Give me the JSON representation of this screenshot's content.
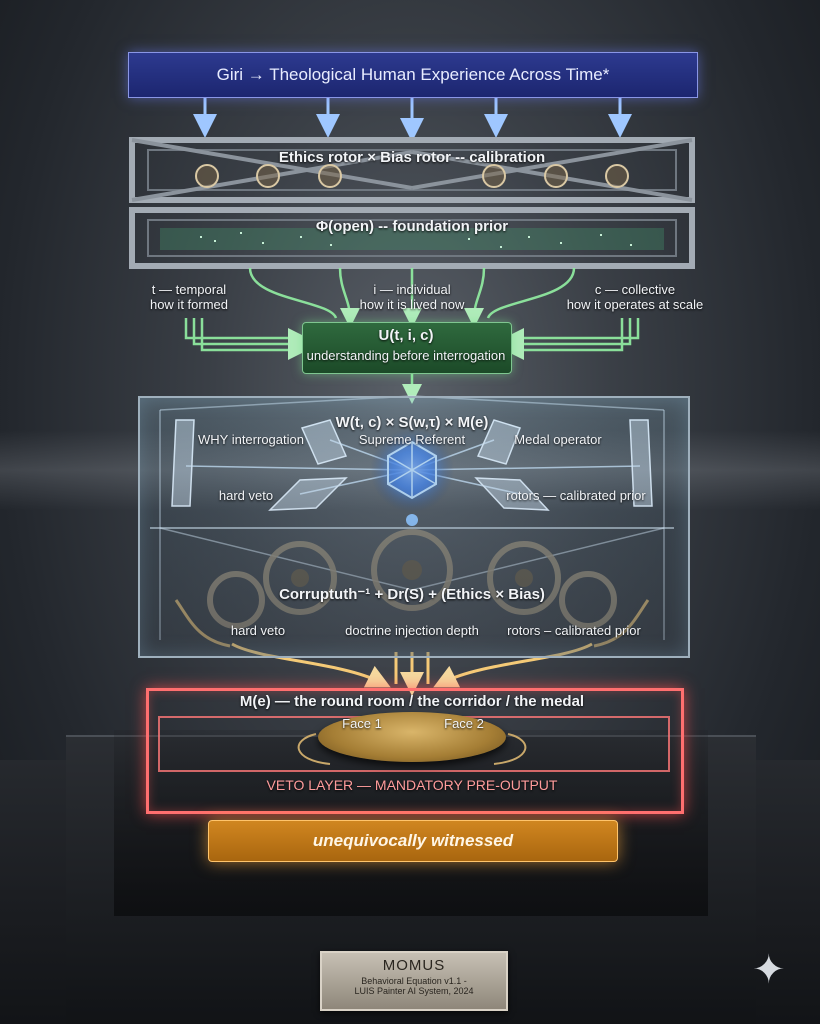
{
  "title": "Giri → Theological Human Experience Across Time*",
  "layers": {
    "calibration": "Ethics rotor × Bias rotor -- calibration",
    "foundation": "Φ(open) -- foundation prior"
  },
  "dimensions": {
    "t_line1": "t — temporal",
    "t_line2": "how it formed",
    "i_line1": "i — individual",
    "i_line2": "how it is lived now",
    "c_line1": "c — collective",
    "c_line2": "how it operates at scale"
  },
  "understanding": {
    "formula": "U(t, i, c)",
    "caption": "understanding before interrogation"
  },
  "interrogation": {
    "formula": "W(t, c) × S(w,τ) × M(e)",
    "why": "WHY interrogation",
    "supreme": "Supreme Referent",
    "medal_op": "Medal operator",
    "hard_veto": "hard veto",
    "rotors": "rotors — calibrated prior"
  },
  "corruption": {
    "formula": "Corruptuth⁻¹ + Dr(S) + (Ethics × Bias)",
    "hard_veto": "hard veto",
    "doctrine": "doctrine injection depth",
    "rotors": "rotors – calibrated prior"
  },
  "medal": {
    "title": "M(e) — the round room / the corridor / the medal",
    "face1": "Face 1",
    "face2": "Face 2"
  },
  "veto": "VETO LAYER — MANDATORY PRE-OUTPUT",
  "witness": "unequivocally witnessed",
  "plaque": {
    "name": "MOMUS",
    "line1": "Behavioral Equation v1.1 -",
    "line2": "LUIS Painter AI System, 2024"
  },
  "colors": {
    "title_bar": "#1c2670",
    "understanding_box": "#1c4a28",
    "veto": "#ff6f6f",
    "witness": "#c07a18",
    "arrows_blue": "#9fc7ff",
    "wires_green": "#8fe89f",
    "wires_gold": "#ffd27a"
  },
  "icons": {
    "sparkle": "sparkle-icon",
    "core": "hexagonal-core-icon"
  }
}
